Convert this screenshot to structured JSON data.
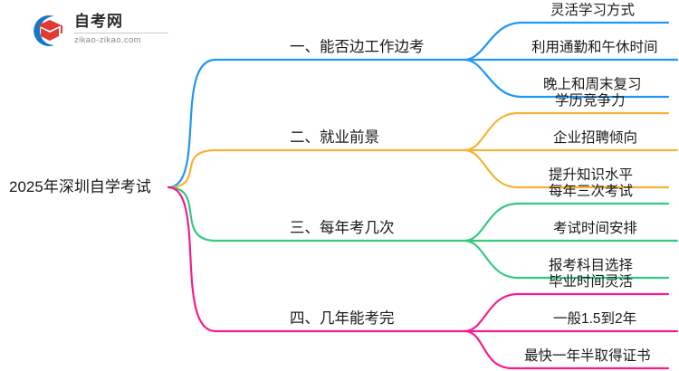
{
  "logo": {
    "title": "自考网",
    "url": "zikao-zikao.com",
    "mark_arc_color": "#1878C8",
    "mark_cap_color": "#E03A32"
  },
  "mindmap": {
    "root": {
      "label": "2025年深圳自学考试"
    },
    "branches": [
      {
        "label": "一、能否边工作边考",
        "color": "#2196F3",
        "children": [
          {
            "label": "灵活学习方式"
          },
          {
            "label": "利用通勤和午休时间"
          },
          {
            "label": "晚上和周末复习"
          }
        ]
      },
      {
        "label": "二、就业前景",
        "color": "#F5B335",
        "children": [
          {
            "label": "学历竞争力"
          },
          {
            "label": "企业招聘倾向"
          },
          {
            "label": "提升知识水平"
          }
        ]
      },
      {
        "label": "三、每年考几次",
        "color": "#33C97F",
        "children": [
          {
            "label": "每年三次考试"
          },
          {
            "label": "考试时间安排"
          },
          {
            "label": "报考科目选择"
          }
        ]
      },
      {
        "label": "四、几年能考完",
        "color": "#F51D8C",
        "children": [
          {
            "label": "毕业时间灵活"
          },
          {
            "label": "一般1.5到2年"
          },
          {
            "label": "最快一年半取得证书"
          }
        ]
      }
    ]
  }
}
